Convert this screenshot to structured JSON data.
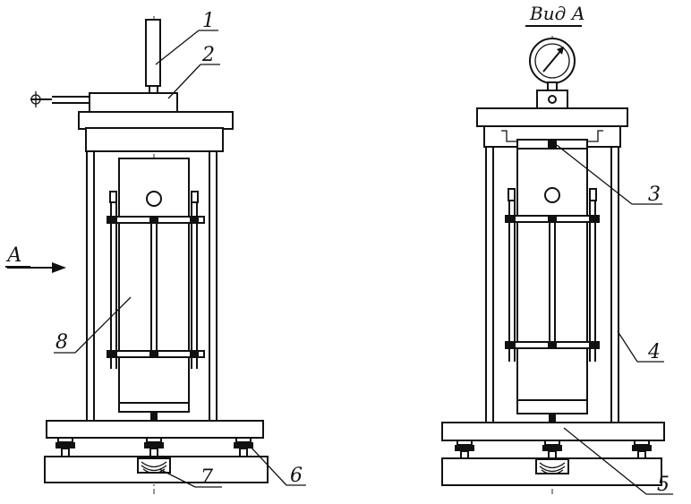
{
  "view_title": "Вид А",
  "view_arrow_label": "А",
  "callouts": [
    "1",
    "2",
    "3",
    "4",
    "5",
    "6",
    "7",
    "8"
  ],
  "colors": {
    "ink": "#111111",
    "paper": "#ffffff"
  }
}
